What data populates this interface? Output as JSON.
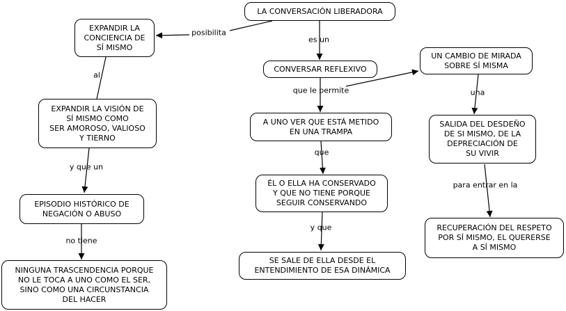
{
  "diagram_title": "LA CONVERSACIÓN LIBERADORA",
  "nodes": {
    "conversacion_liberadora": {
      "text": "LA CONVERSACIÓN LIBERADORA"
    },
    "expandir_conciencia": {
      "text": "EXPANDIR LA\nCONCIENCIA DE\nSÍ MISMO"
    },
    "conversar_reflexivo": {
      "text": "CONVERSAR REFLEXIVO"
    },
    "cambio_de_mirada": {
      "text": "UN CAMBIO DE MIRADA\nSOBRE SÍ MISMA"
    },
    "expandir_vision": {
      "text": "EXPANDIR LA VISIÓN DE\nSÍ MISMO COMO\nSER AMOROSO, VALIOSO\nY TIERNO"
    },
    "a_uno_ver": {
      "text": "A UNO VER QUE ESTÁ METIDO\nEN UNA TRAMPA"
    },
    "salida_desdeno": {
      "text": "SALIDA DEL DESDEÑO\nDE SI MISMO, DE LA\nDEPRECIACIÓN DE\nSU VIVIR"
    },
    "el_o_ella": {
      "text": "ÉL O ELLA HA CONSERVADO\nY QUE NO TIENE PORQUE\nSEGUIR CONSERVANDO"
    },
    "episodio_historico": {
      "text": "EPISODIO HISTÓRICO DE\nNEGACIÓN O ABUSO"
    },
    "se_sale": {
      "text": "SE SALE DE ELLA DESDE EL\nENTENDIMIENTO DE ESA DINÁMICA"
    },
    "recuperacion_respeto": {
      "text": "RECUPERACIÓN DEL RESPETO\nPOR SÍ MISMO, EL QUERERSE\nA SÍ MISMO"
    },
    "ninguna_trascendencia": {
      "text": "NINGUNA TRASCENDENCIA PORQUE\nNO LE TOCA A UNO COMO EL SER,\nSINO COMO UNA CIRCUNSTANCIA\nDEL HACER"
    }
  },
  "labels": {
    "posibilita": "posibilita",
    "es_un": "es un",
    "al": "al",
    "que_le_permite": "que le permite",
    "una": "una",
    "que": "que",
    "y_que_un": "y que un",
    "no_tiene": "no tiene",
    "y_que": "y que",
    "para_entrar_en_la": "para entrar en la"
  },
  "edges": [
    {
      "from": "conversacion_liberadora",
      "to": "expandir_conciencia",
      "label": "posibilita",
      "arrow": true
    },
    {
      "from": "conversacion_liberadora",
      "to": "conversar_reflexivo",
      "label": "es un",
      "arrow": true
    },
    {
      "from": "conversar_reflexivo",
      "to": "a_uno_ver",
      "label": "que le permite",
      "arrow": true
    },
    {
      "from": "conversar_reflexivo",
      "to": "cambio_de_mirada",
      "label": "que le permite",
      "arrow": true
    },
    {
      "from": "expandir_conciencia",
      "to": "expandir_vision",
      "label": "al",
      "arrow": false
    },
    {
      "from": "expandir_vision",
      "to": "episodio_historico",
      "label": "y que un",
      "arrow": true
    },
    {
      "from": "episodio_historico",
      "to": "ninguna_trascendencia",
      "label": "no tiene",
      "arrow": true
    },
    {
      "from": "a_uno_ver",
      "to": "el_o_ella",
      "label": "que",
      "arrow": true
    },
    {
      "from": "el_o_ella",
      "to": "se_sale",
      "label": "y que",
      "arrow": true
    },
    {
      "from": "cambio_de_mirada",
      "to": "salida_desdeno",
      "label": "una",
      "arrow": true
    },
    {
      "from": "salida_desdeno",
      "to": "recuperacion_respeto",
      "label": "para entrar en la",
      "arrow": true
    }
  ],
  "colors": {
    "background": "#ffffff",
    "line": "#000000",
    "text": "#000000",
    "node_fill": "#ffffff"
  }
}
